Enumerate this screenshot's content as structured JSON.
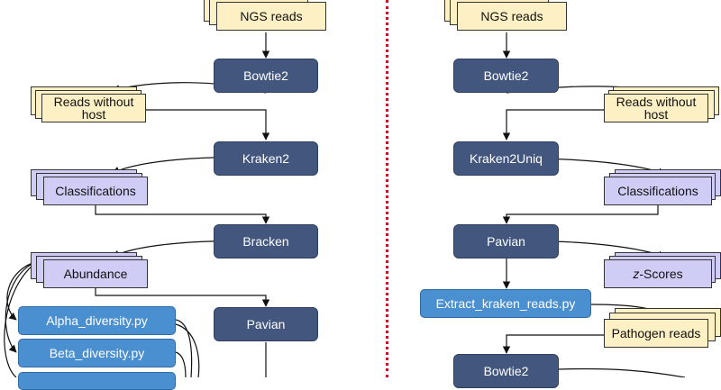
{
  "left_pipeline": {
    "ngs_reads": "NGS reads",
    "bowtie2": "Bowtie2",
    "reads_without_host": "Reads without host",
    "kraken2": "Kraken2",
    "classifications": "Classifications",
    "bracken": "Bracken",
    "abundance": "Abundance",
    "pavian": "Pavian",
    "alpha_diversity": "Alpha_diversity.py",
    "beta_diversity": "Beta_diversity.py"
  },
  "right_pipeline": {
    "ngs_reads": "NGS reads",
    "bowtie2": "Bowtie2",
    "reads_without_host": "Reads without host",
    "kraken2uniq": "Kraken2Uniq",
    "classifications": "Classifications",
    "pavian": "Pavian",
    "z_scores_italic": "z",
    "z_scores_rest": "-Scores",
    "extract_kraken_reads": "Extract_kraken_reads.py",
    "pathogen_reads": "Pathogen reads",
    "bowtie2_second": "Bowtie2"
  },
  "colors": {
    "tool": "#42567e",
    "script": "#4a8fcf",
    "data_yellow": "#fdf0c5",
    "data_purple": "#cfcdf6",
    "divider": "#c0152a"
  }
}
